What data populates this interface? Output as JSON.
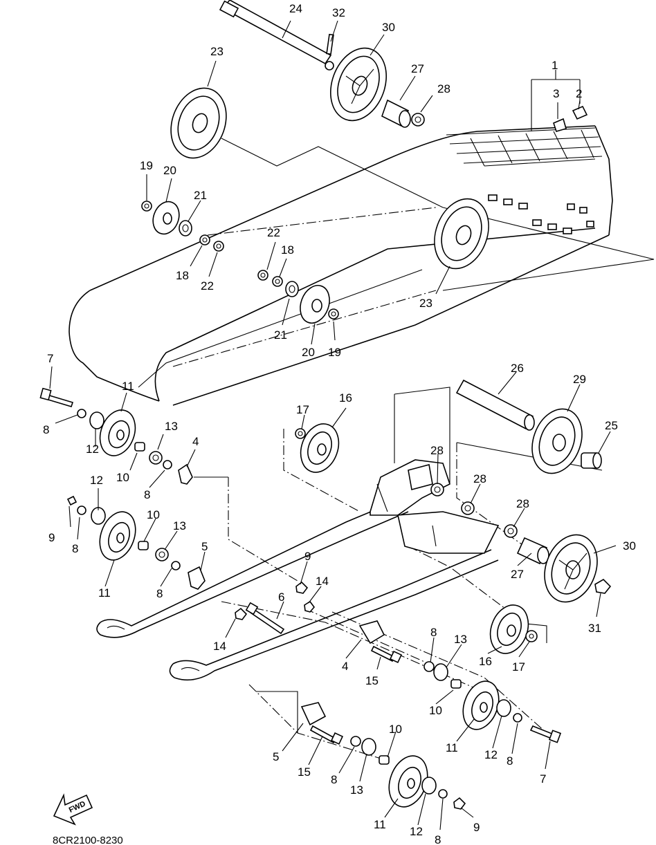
{
  "diagram": {
    "code": "8CR2100-8230",
    "fwd_label": "FWD",
    "callouts": {
      "c1": "1",
      "c2": "2",
      "c3": "3",
      "c4a": "4",
      "c4b": "4",
      "c5a": "5",
      "c5b": "5",
      "c6": "6",
      "c7a": "7",
      "c7b": "7",
      "c8a": "8",
      "c8b": "8",
      "c8c": "8",
      "c8d": "8",
      "c8e": "8",
      "c8f": "8",
      "c8g": "8",
      "c9a": "9",
      "c9b": "9",
      "c9c": "9",
      "c10a": "10",
      "c10b": "10",
      "c10c": "10",
      "c10d": "10",
      "c11a": "11",
      "c11b": "11",
      "c11c": "11",
      "c11d": "11",
      "c12a": "12",
      "c12b": "12",
      "c12c": "12",
      "c12d": "12",
      "c13a": "13",
      "c13b": "13",
      "c13c": "13",
      "c13d": "13",
      "c14a": "14",
      "c14b": "14",
      "c15a": "15",
      "c15b": "15",
      "c16a": "16",
      "c16b": "16",
      "c17a": "17",
      "c17b": "17",
      "c18a": "18",
      "c18b": "18",
      "c19a": "19",
      "c19b": "19",
      "c20a": "20",
      "c20b": "20",
      "c21a": "21",
      "c21b": "21",
      "c22a": "22",
      "c22b": "22",
      "c23a": "23",
      "c23b": "23",
      "c24": "24",
      "c25": "25",
      "c26": "26",
      "c27a": "27",
      "c27b": "27",
      "c28a": "28",
      "c28b": "28",
      "c28c": "28",
      "c28d": "28",
      "c29": "29",
      "c30a": "30",
      "c30b": "30",
      "c31": "31",
      "c32": "32"
    }
  }
}
